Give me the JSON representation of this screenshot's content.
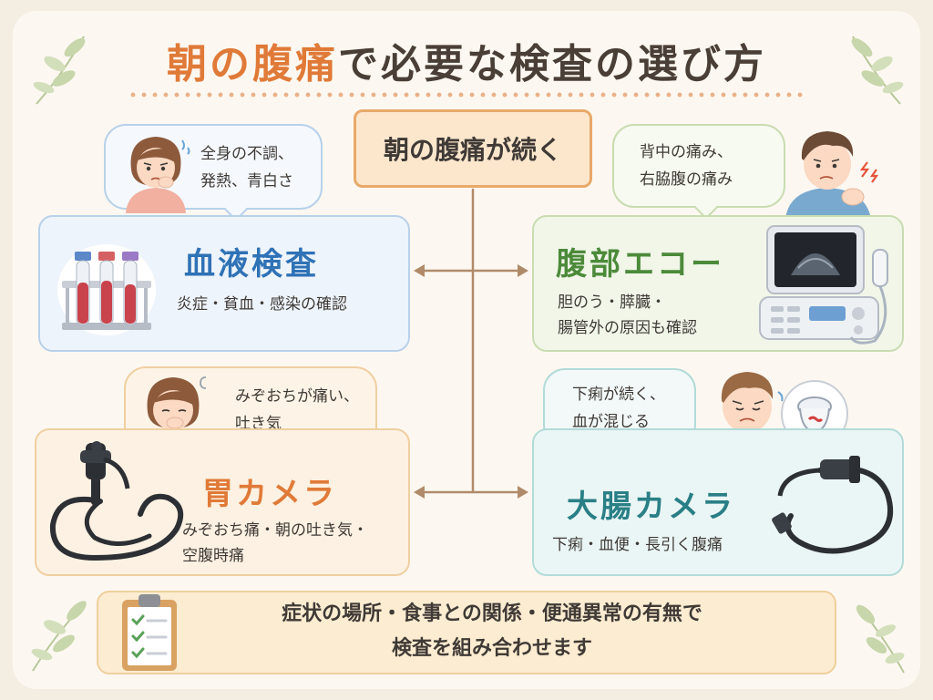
{
  "title": {
    "accent": "朝の腹痛",
    "rest": "で必要な検査の選び方"
  },
  "center": {
    "label": "朝の腹痛が続く"
  },
  "panels": {
    "blood": {
      "title": "血液検査",
      "subtitle": "炎症・貧血・感染の確認",
      "bubble": [
        "全身の不調、",
        "発熱、青白さ"
      ],
      "color": "#2f72b6"
    },
    "echo": {
      "title": "腹部エコー",
      "subtitle": [
        "胆のう・膵臓・",
        "腸管外の原因も確認"
      ],
      "bubble": [
        "背中の痛み、",
        "右脇腹の痛み"
      ],
      "color": "#4c8a3a"
    },
    "gastro": {
      "title": "胃カメラ",
      "subtitle": [
        "みぞおち痛・朝の吐き気・",
        "空腹時痛"
      ],
      "bubble": [
        "みぞおちが痛い、",
        "吐き気"
      ],
      "color": "#e07a38"
    },
    "colon": {
      "title": "大腸カメラ",
      "subtitle": "下痢・血便・長引く腹痛",
      "bubble": [
        "下痢が続く、",
        "血が混じる"
      ],
      "color": "#2a7f86"
    }
  },
  "summary": {
    "lines": [
      "症状の場所・食事との関係・便通異常の有無で",
      "検査を組み合わせます"
    ]
  },
  "colors": {
    "accent": "#e07a38",
    "connector": "#b08b6a",
    "background": "#fcf8f1"
  }
}
